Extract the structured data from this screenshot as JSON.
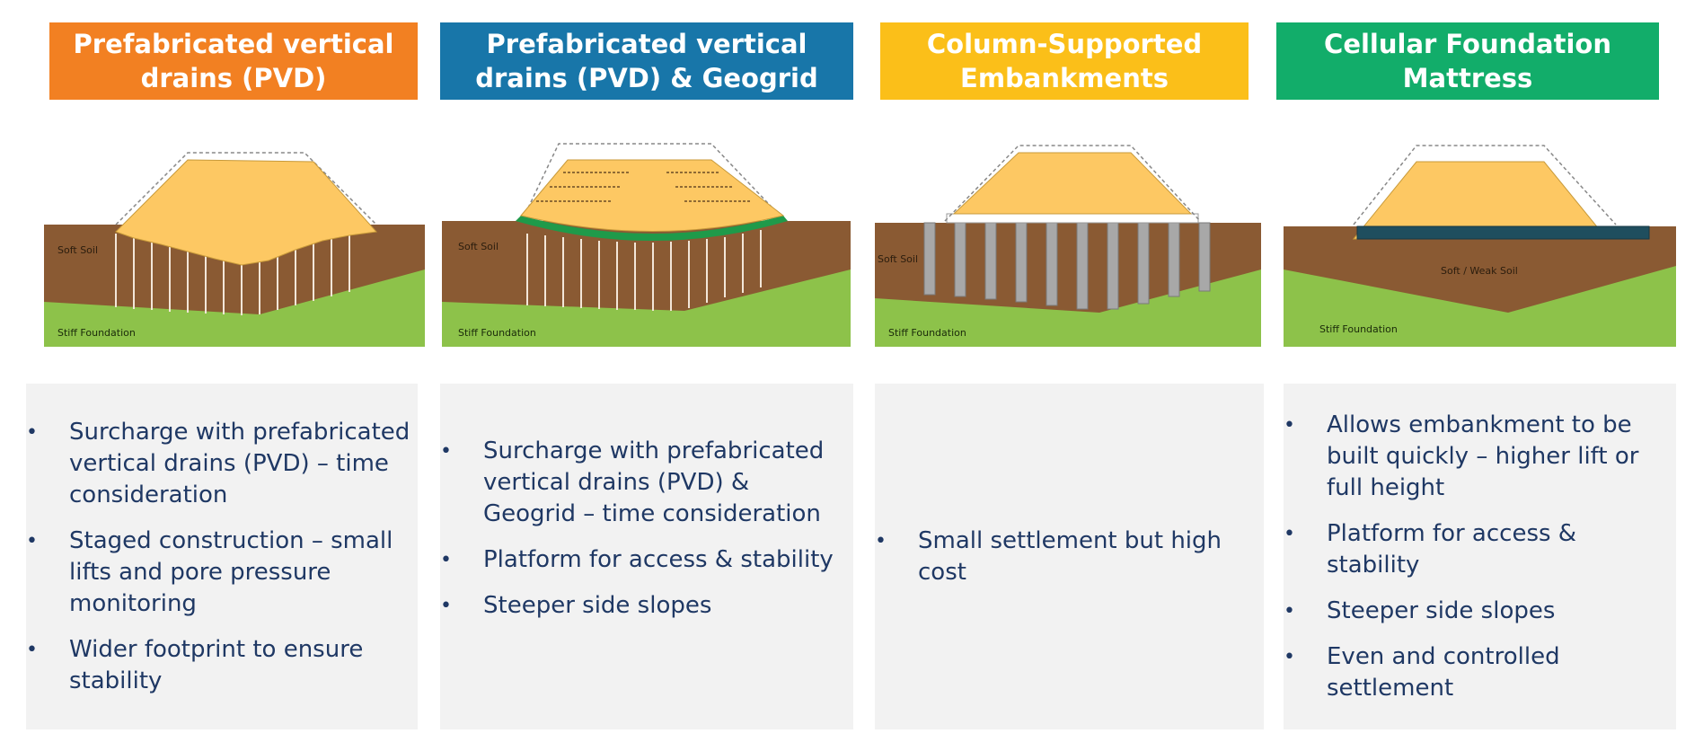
{
  "columns": [
    {
      "title_line1": "Prefabricated vertical",
      "title_line2": "drains (PVD)",
      "header_color": "#f28022",
      "soil_label": "Soft Soil",
      "foundation_label": "Stiff Foundation",
      "bullets": [
        "Surcharge with prefabricated vertical drains (PVD) – time consideration",
        "Staged construction – small lifts and pore pressure monitoring",
        "Wider footprint to ensure stability"
      ]
    },
    {
      "title_line1": "Prefabricated vertical",
      "title_line2": "drains (PVD)  & Geogrid",
      "header_color": "#1876a9",
      "soil_label": "Soft Soil",
      "foundation_label": "Stiff Foundation",
      "bullets": [
        "Surcharge with prefabricated vertical drains (PVD) & Geogrid – time consideration",
        "Platform for access & stability",
        "Steeper side slopes"
      ]
    },
    {
      "title_line1": "Column-Supported",
      "title_line2": "Embankments",
      "header_color": "#fbbf19",
      "soil_label": "Soft Soil",
      "foundation_label": "Stiff Foundation",
      "bullets": [
        "Small settlement but high cost"
      ]
    },
    {
      "title_line1": "Cellular Foundation",
      "title_line2": "Mattress",
      "header_color": "#12ad6a",
      "soil_label": "Soft / Weak Soil",
      "foundation_label": "Stiff Foundation",
      "bullets": [
        "Allows embankment to be built quickly – higher lift or full height",
        "Platform for access & stability",
        "Steeper side slopes",
        "Even and controlled settlement"
      ]
    }
  ],
  "colors": {
    "soil": "#8a5a33",
    "foundation": "#8dc24a",
    "fill": "#fdc863",
    "geogrid": "#1f9a4a",
    "mattress": "#1f4e5e",
    "column": "#a8a8a8",
    "panel_bg": "#f2f2f2",
    "bullet_text": "#1f3864"
  }
}
